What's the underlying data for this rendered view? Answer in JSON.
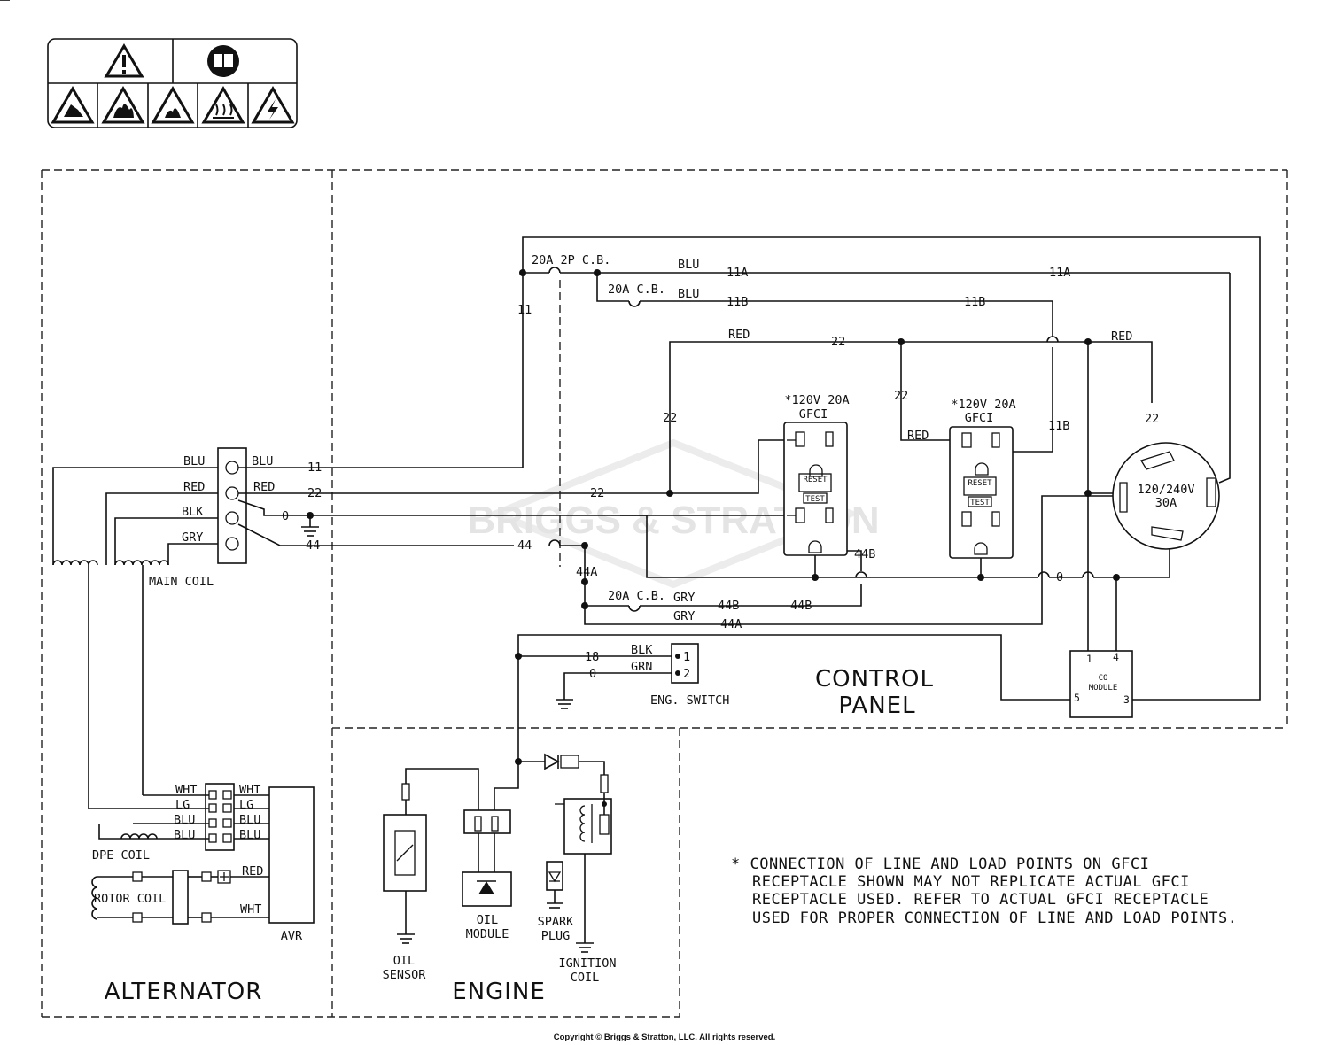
{
  "warning_icons": {
    "top": [
      "warning-triangle-icon",
      "read-manual-icon"
    ],
    "bottom": [
      "toxic-fumes-icon",
      "fire-hazard-icon",
      "explosion-icon",
      "hot-surface-icon",
      "electric-shock-icon"
    ]
  },
  "watermark": "BRIGGS & STRATTON",
  "sections": {
    "control_panel": [
      "CONTROL",
      "PANEL"
    ],
    "alternator": "ALTERNATOR",
    "engine": "ENGINE"
  },
  "breakers": {
    "main": "20A 2P C.B.",
    "cb_b": "20A C.B.",
    "cb_44b": "20A C.B."
  },
  "wire_labels": {
    "blu": "BLU",
    "red": "RED",
    "blk": "BLK",
    "gry": "GRY",
    "grn": "GRN",
    "wht": "WHT",
    "lg": "LG",
    "n11": "11",
    "n11a": "11A",
    "n11b": "11B",
    "n22": "22",
    "n0": "0",
    "n44": "44",
    "n44a": "44A",
    "n44b": "44B",
    "n18": "18"
  },
  "gfci": {
    "title_line1": "*120V 20A",
    "title_line2": "GFCI",
    "reset": "RESET",
    "test": "TEST"
  },
  "twistlock": {
    "line1": "120/240V",
    "line2": "30A"
  },
  "components": {
    "main_coil": "MAIN COIL",
    "dpe_coil": "DPE COIL",
    "rotor_coil": "ROTOR COIL",
    "avr": "AVR",
    "eng_switch": "ENG. SWITCH",
    "eng_switch_pin1": "1",
    "eng_switch_pin2": "2",
    "co_module": [
      "CO",
      "MODULE"
    ],
    "co_pins": [
      "1",
      "4",
      "5",
      "3"
    ],
    "oil_sensor": [
      "OIL",
      "SENSOR"
    ],
    "oil_module": [
      "OIL",
      "MODULE"
    ],
    "spark_plug": [
      "SPARK",
      "PLUG"
    ],
    "ignition_coil": [
      "IGNITION",
      "COIL"
    ]
  },
  "note": [
    "* CONNECTION OF LINE AND LOAD POINTS ON GFCI",
    "RECEPTACLE SHOWN MAY NOT REPLICATE ACTUAL GFCI",
    "RECEPTACLE USED.  REFER TO ACTUAL GFCI RECEPTACLE",
    "USED FOR PROPER CONNECTION OF LINE AND LOAD POINTS."
  ],
  "copyright": "Copyright © Briggs & Stratton, LLC. All rights reserved."
}
